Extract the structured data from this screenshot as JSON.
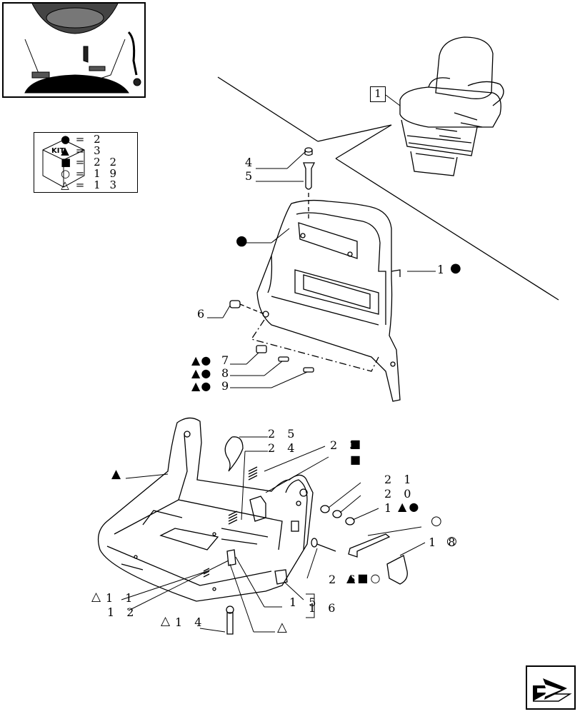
{
  "kit_box": {
    "title": "KIT",
    "rows": [
      {
        "icon": "filled-circle",
        "symbol": "●",
        "eq": "=",
        "value": "2"
      },
      {
        "icon": "filled-triangle",
        "symbol": "▲",
        "eq": "=",
        "value": "3"
      },
      {
        "icon": "filled-square",
        "symbol": "■",
        "eq": "=",
        "value": "2 2"
      },
      {
        "icon": "open-circle",
        "symbol": "○",
        "eq": "=",
        "value": "1 9"
      },
      {
        "icon": "open-triangle",
        "symbol": "△",
        "eq": "=",
        "value": "1 3"
      }
    ]
  },
  "callouts": {
    "c1": "1",
    "c4": "4",
    "c5": "5",
    "c6": "6",
    "c7": "7",
    "c8": "8",
    "c9": "9",
    "c10": "1",
    "c11": "1 1",
    "c12": "1 2",
    "c14": "1 4",
    "c15": "1 5",
    "c16": "1 6",
    "c18": "1 8",
    "c20": "2 0",
    "c21": "2 1",
    "c23": "2 3",
    "c24": "2 4",
    "c25": "2 5",
    "c26": "2 6",
    "c1b": "1"
  },
  "symbols": {
    "filled_circle": "●",
    "filled_triangle": "▲",
    "filled_square": "■",
    "open_circle": "○",
    "open_triangle": "△"
  },
  "colors": {
    "line": "#000000",
    "background": "#ffffff"
  }
}
